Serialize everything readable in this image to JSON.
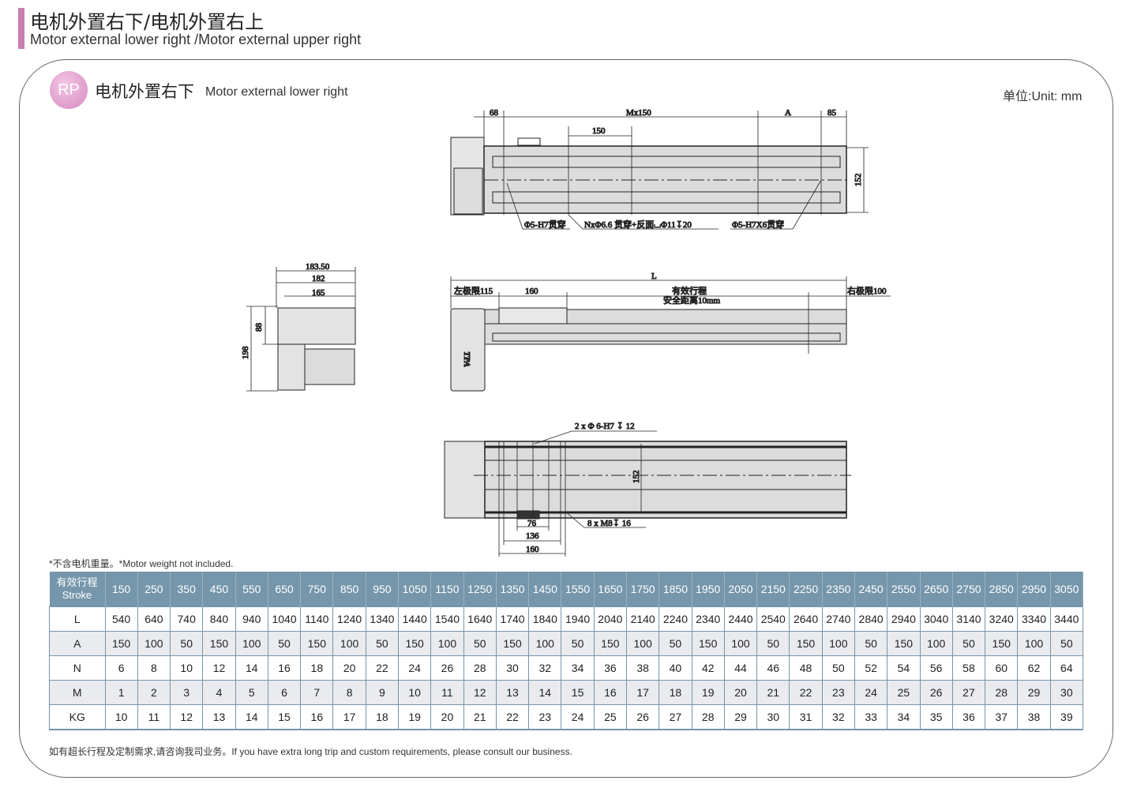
{
  "header": {
    "title_cn": "电机外置右下/电机外置右上",
    "title_en": "Motor external lower right  /Motor external upper right"
  },
  "section": {
    "badge": "RP",
    "title_cn": "电机外置右下",
    "title_en": "Motor external lower right",
    "unit": "单位:Unit: mm"
  },
  "drawing": {
    "top_view": {
      "dim_68": "68",
      "dim_m150": "Mx150",
      "dim_a": "A",
      "dim_85": "85",
      "dim_150": "150",
      "dim_152": "152",
      "callout_left": "Φ5-H7贯穿",
      "callout_mid": "NxΦ6.6 贯穿+反面⌴Φ11↧20",
      "callout_right": "Φ5-H7X6贯穿"
    },
    "side_view": {
      "dim_183_5": "183.50",
      "dim_182": "182",
      "dim_165": "165",
      "dim_88": "88",
      "dim_198": "198"
    },
    "front_view": {
      "dim_l": "L",
      "left_limit": "左极限115",
      "dim_160": "160",
      "stroke": "有效行程",
      "safety": "安全距离10mm",
      "right_limit": "右极限100",
      "logo": "TPA"
    },
    "bottom_view": {
      "callout_top": "2 x Φ 6-H7 ↧ 12",
      "callout_bottom": "8 x  M8↧ 16",
      "dim_76": "76",
      "dim_136": "136",
      "dim_160": "160",
      "dim_152": "152"
    }
  },
  "note": "*不含电机重量。*Motor weight not included.",
  "table": {
    "header_cn": "有效行程",
    "header_en": "Stroke",
    "strokes": [
      150,
      250,
      350,
      450,
      550,
      650,
      750,
      850,
      950,
      1050,
      1150,
      1250,
      1350,
      1450,
      1550,
      1650,
      1750,
      1850,
      1950,
      2050,
      2150,
      2250,
      2350,
      2450,
      2550,
      2650,
      2750,
      2850,
      2950,
      3050
    ],
    "rows": [
      {
        "label": "L",
        "values": [
          540,
          640,
          740,
          840,
          940,
          1040,
          1140,
          1240,
          1340,
          1440,
          1540,
          1640,
          1740,
          1840,
          1940,
          2040,
          2140,
          2240,
          2340,
          2440,
          2540,
          2640,
          2740,
          2840,
          2940,
          3040,
          3140,
          3240,
          3340,
          3440
        ]
      },
      {
        "label": "A",
        "values": [
          150,
          100,
          50,
          150,
          100,
          50,
          150,
          100,
          50,
          150,
          100,
          50,
          150,
          100,
          50,
          150,
          100,
          50,
          150,
          100,
          50,
          150,
          100,
          50,
          150,
          100,
          50,
          150,
          100,
          50
        ]
      },
      {
        "label": "N",
        "values": [
          6,
          8,
          10,
          12,
          14,
          16,
          18,
          20,
          22,
          24,
          26,
          28,
          30,
          32,
          34,
          36,
          38,
          40,
          42,
          44,
          46,
          48,
          50,
          52,
          54,
          56,
          58,
          60,
          62,
          64
        ]
      },
      {
        "label": "M",
        "values": [
          1,
          2,
          3,
          4,
          5,
          6,
          7,
          8,
          9,
          10,
          11,
          12,
          13,
          14,
          15,
          16,
          17,
          18,
          19,
          20,
          21,
          22,
          23,
          24,
          25,
          26,
          27,
          28,
          29,
          30
        ]
      },
      {
        "label": "KG",
        "values": [
          10,
          11,
          12,
          13,
          14,
          15,
          16,
          17,
          18,
          19,
          20,
          21,
          22,
          23,
          24,
          25,
          26,
          27,
          28,
          29,
          30,
          31,
          32,
          33,
          34,
          35,
          36,
          37,
          38,
          39
        ]
      }
    ]
  },
  "footer": "如有超长行程及定制需求,请咨询我司业务。If you have extra long trip and custom requirements, please consult our business."
}
